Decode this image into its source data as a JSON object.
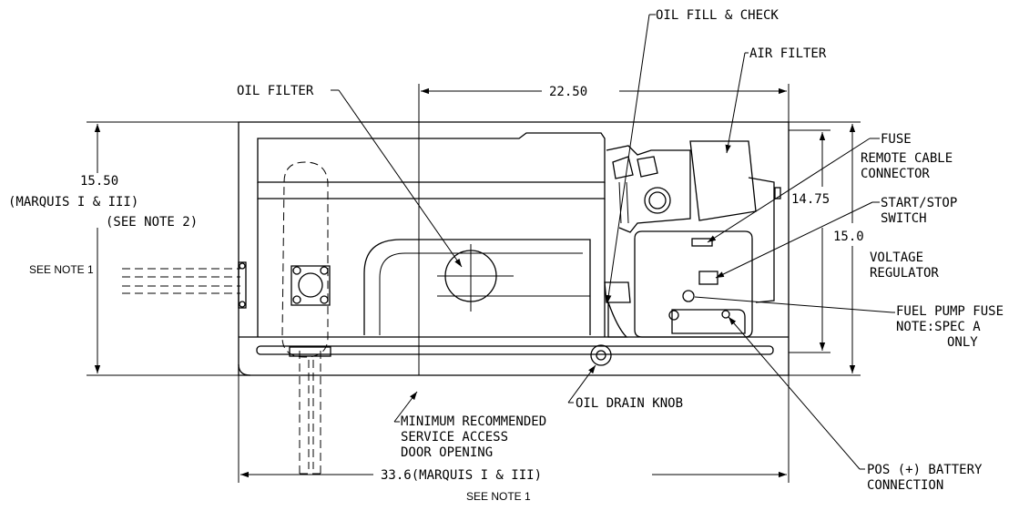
{
  "labels": {
    "oil_fill": "OIL FILL & CHECK",
    "air_filter": "AIR FILTER",
    "oil_filter": "OIL FILTER",
    "fuse": "FUSE",
    "remote_cable_1": "REMOTE CABLE",
    "remote_cable_2": "CONNECTOR",
    "start_stop_1": "START/STOP",
    "start_stop_2": "SWITCH",
    "voltage_reg_1": "VOLTAGE",
    "voltage_reg_2": "REGULATOR",
    "fuel_pump_fuse": "FUEL PUMP FUSE",
    "spec_note_1": "NOTE:SPEC A",
    "spec_note_2": "ONLY",
    "oil_drain": "OIL DRAIN KNOB",
    "min_access_1": "MINIMUM RECOMMENDED",
    "min_access_2": "SERVICE ACCESS",
    "min_access_3": "DOOR OPENING",
    "battery_1": "POS (+) BATTERY",
    "battery_2": "CONNECTION",
    "see_note_1_left": "SEE NOTE 1",
    "see_note_1_bottom": "SEE NOTE 1",
    "marquis_left": "(MARQUIS I & III)",
    "see_note_2": "(SEE NOTE 2)"
  },
  "dimensions": {
    "top_width": "22.50",
    "left_height": "15.50",
    "right_inner_height": "14.75",
    "right_outer_height": "15.0",
    "bottom_width": "33.6(MARQUIS I & III)"
  }
}
